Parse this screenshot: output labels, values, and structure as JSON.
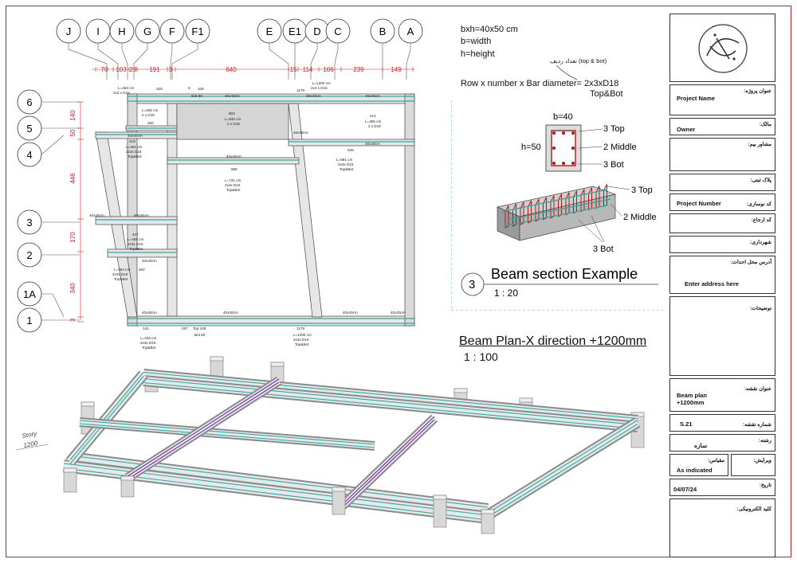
{
  "grid": {
    "columns": [
      "J",
      "I",
      "H",
      "G",
      "F",
      "F1",
      "E",
      "E1",
      "D",
      "C",
      "B",
      "A"
    ],
    "column_spacings": [
      "70",
      "103",
      "29",
      "191",
      "3",
      "640",
      "15",
      "114",
      "106",
      "239",
      "149"
    ],
    "rows": [
      "6",
      "5",
      "4",
      "3",
      "2",
      "1A",
      "1"
    ],
    "row_spacings": [
      "140",
      "50",
      "446",
      "170",
      "340",
      "3"
    ]
  },
  "plan_labels": {
    "b1": "L=463 cm",
    "b1b": "2x2 x D16",
    "b2": "8x8 80",
    "b3": "30x40cm",
    "b4": "40x40cm",
    "b5": "L=1200 cm",
    "b5b": "2x2 x D16",
    "b6": "903",
    "b6b": "L=945 cm",
    "b6c": "2 x D16",
    "b7": "414",
    "b7b": "L=455 cm",
    "b7c": "2 x D16",
    "b8": "L=292 cm",
    "b8b": "2 x D16",
    "b8c": "250",
    "b9": "419",
    "b9b": "L=461 cm",
    "b9c": "2x3x D16",
    "b9d": "Top&Bot",
    "b10": "639",
    "b10b": "L=681 cm",
    "b10c": "2x3x D16",
    "b10d": "Top&Bot",
    "b11": "689",
    "b11b": "L=731 cm",
    "b11c": "2x3x D16",
    "b11d": "Top&Bot",
    "b12": "427",
    "b12b": "L=469 cm",
    "b12c": "2x3x D16",
    "b12d": "Top&Bot",
    "b13": "L=394 cm",
    "b13b": "2x3x D16",
    "b13c": "Top&Bot",
    "b13d": "362",
    "b14": "142",
    "b14b": "L=428 cm",
    "b14c": "2x3x D16",
    "b14d": "Top&Bot",
    "b15": "257",
    "b15b": "Top 105",
    "b15c": "Bot 80",
    "b16": "1179",
    "b16b": "L=1200 cm",
    "b16c": "2x3x D16",
    "b16d": "Top&Bot",
    "s318": "318",
    "s9": "9",
    "s105": "105",
    "s1179": "1179"
  },
  "legend": {
    "line1": "bxh=40x50 cm",
    "line2": "b=width",
    "line3": "h=height",
    "fa_note": "تعداد ردیف (top & bot)",
    "formula": "Row x number x Bar diameter= 2x3xD18",
    "formula2": "Top&Bot"
  },
  "section": {
    "b": "b=40",
    "h": "h=50",
    "top": "3 Top",
    "middle": "2 Middle",
    "bot": "3 Bot",
    "iso_top": "3 Top",
    "iso_middle": "2 Middle",
    "iso_bot": "3 Bot",
    "number": "3",
    "title": "Beam section Example",
    "scale": "1 : 20"
  },
  "plan_title": {
    "title": "Beam Plan-X direction +1200mm",
    "scale": "1 : 100"
  },
  "iso": {
    "story": "Story",
    "level": "1200"
  },
  "title_block": {
    "project_name_fa": "عنوان پروژه:",
    "project_name": "Project Name",
    "owner_fa": "مالک:",
    "owner": "Owner",
    "consultant_fa": "مشاور بیم:",
    "plate_fa": "پلاک ثبتی:",
    "builder_fa": "کد نوسازی:",
    "project_number": "Project Number",
    "reference_fa": "کد ارجاع:",
    "municipality_fa": "شهرداری:",
    "address_fa": "آدرس محل احداث:",
    "address": "Enter address here",
    "desc_fa": "توضیحات:",
    "sheet_title_fa": "عنوان نقشه:",
    "sheet_title": "Beam plan\n+1200mm",
    "sheet_no_fa": "شماره نقشه:",
    "sheet_no": "S.21",
    "discipline_fa": "رشته:",
    "discipline": "سازه",
    "revision_fa": "ویرایش:",
    "scale_fa": "مقیاس:",
    "scale": "As indicated",
    "date_fa": "تاریخ:",
    "date": "04/07/24",
    "sign_fa": "کلید الکترونیکی:"
  },
  "colors": {
    "border": "#b22222",
    "dim_red": "#d62020",
    "beam_fill": "#e2e2e2",
    "rebar_teal": "#2aa9a4",
    "rebar_purple": "#6a2ca0",
    "rebar_red": "#b01818",
    "section_green": "#3cb043"
  }
}
